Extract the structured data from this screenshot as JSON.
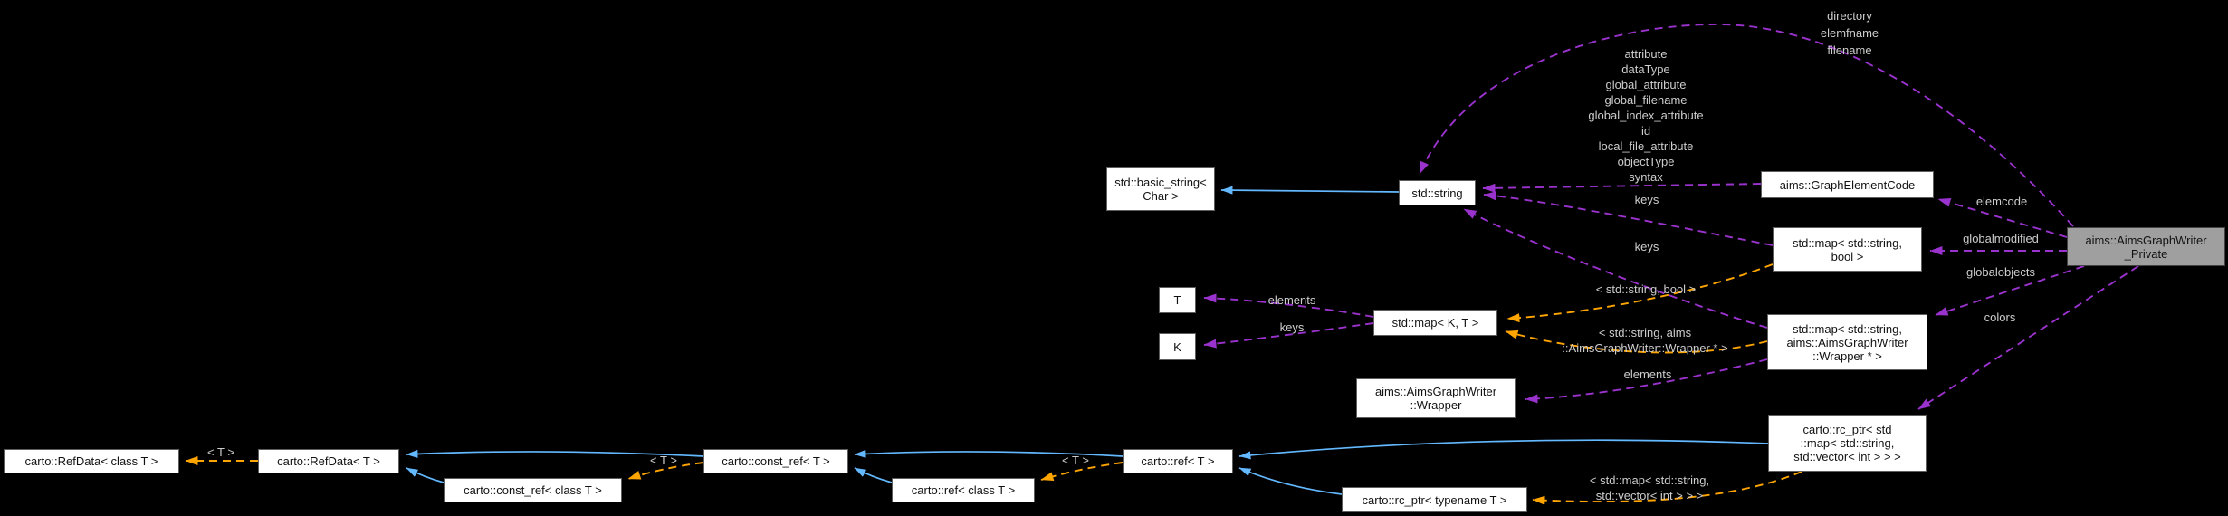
{
  "diagram": {
    "title": "aims::AimsGraphWriter_Private collaboration graph",
    "nodes": {
      "basic_string": {
        "label": "std::basic_string<\nChar >"
      },
      "std_string": {
        "label": "std::string"
      },
      "graph_element_code": {
        "label": "aims::GraphElementCode"
      },
      "map_string_bool": {
        "label": "std::map< std::string,\nbool >"
      },
      "aims_private": {
        "label": "aims::AimsGraphWriter\n_Private"
      },
      "t_param": {
        "label": "T"
      },
      "k_param": {
        "label": "K"
      },
      "map_k_t": {
        "label": "std::map< K, T >"
      },
      "map_string_wrapper": {
        "label": "std::map< std::string,\naims::AimsGraphWriter\n::Wrapper * >"
      },
      "wrapper": {
        "label": "aims::AimsGraphWriter\n::Wrapper"
      },
      "rc_ptr_map": {
        "label": "carto::rc_ptr< std\n::map< std::string,\nstd::vector< int > > >"
      },
      "refdata_class_t": {
        "label": "carto::RefData< class T >"
      },
      "refdata_t": {
        "label": "carto::RefData< T >"
      },
      "const_ref_class_t": {
        "label": "carto::const_ref< class T >"
      },
      "const_ref_t": {
        "label": "carto::const_ref< T >"
      },
      "ref_class_t": {
        "label": "carto::ref< class T >"
      },
      "ref_t": {
        "label": "carto::ref< T >"
      },
      "rc_ptr_typename_t": {
        "label": "carto::rc_ptr< typename T >"
      }
    },
    "edge_labels": {
      "private_to_string": "directory\nelemfname\nfilename",
      "gec_to_string": "attribute\ndataType\nglobal_attribute\nglobal_filename\nglobal_index_attribute\nid\nlocal_file_attribute\nobjectType\nsyntax",
      "keys_map_bool": "keys",
      "keys_map_wrapper": "keys",
      "elemcode": "elemcode",
      "globalmodified": "globalmodified",
      "globalobjects": "globalobjects",
      "colors": "colors",
      "elements_map_t": "elements",
      "keys_map_k": "keys",
      "elements_wrapper": "elements",
      "tmpl_string_bool": "< std::string, bool >",
      "tmpl_string_wrapper": "< std::string, aims\n::AimsGraphWriter::Wrapper * >",
      "tmpl_t_refdata": "< T >",
      "tmpl_t_constref": "< T >",
      "tmpl_t_ref": "< T >",
      "tmpl_map_vector": "< std::map< std::string,\nstd::vector< int > > >"
    },
    "colors": {
      "background": "#000000",
      "inheritance_arrow": "#63b8ff",
      "usage_arrow": "#9a32cd",
      "template_arrow": "#ffa500",
      "edge_label_text": "#cdcdcd",
      "node_background": "#ffffff",
      "node_border": "#5e5e5e",
      "highlight_node_background": "#9f9f9f",
      "node_text": "#121212"
    }
  }
}
